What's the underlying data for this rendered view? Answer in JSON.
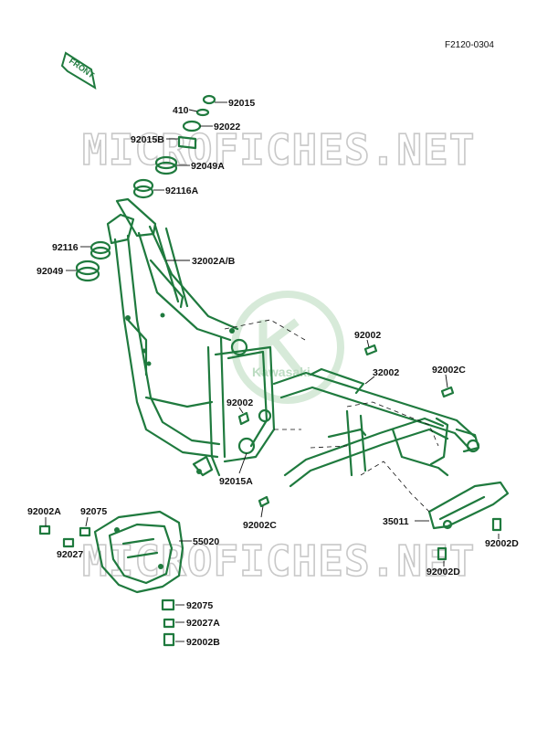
{
  "diagram": {
    "code": "F2120-0304",
    "front_label": "FRONT",
    "watermarks": [
      "MICROFICHES.NET",
      "MICROFICHES.NET"
    ],
    "center_logo_text": "Kawasaki",
    "parts": [
      {
        "id": "92015"
      },
      {
        "id": "410"
      },
      {
        "id": "92022"
      },
      {
        "id": "92015B"
      },
      {
        "id": "92049A"
      },
      {
        "id": "92116A"
      },
      {
        "id": "92116"
      },
      {
        "id": "92049"
      },
      {
        "id": "32002A/B"
      },
      {
        "id": "92002"
      },
      {
        "id": "32002"
      },
      {
        "id": "92002C"
      },
      {
        "id": "92002"
      },
      {
        "id": "92015A"
      },
      {
        "id": "92002C"
      },
      {
        "id": "92002A"
      },
      {
        "id": "92075"
      },
      {
        "id": "92027"
      },
      {
        "id": "55020"
      },
      {
        "id": "35011"
      },
      {
        "id": "92002D"
      },
      {
        "id": "92002D"
      },
      {
        "id": "92075"
      },
      {
        "id": "92027A"
      },
      {
        "id": "92002B"
      }
    ],
    "colors": {
      "line": "#1f7a3e",
      "text": "#111111",
      "watermark": "#c8c8c8"
    }
  }
}
